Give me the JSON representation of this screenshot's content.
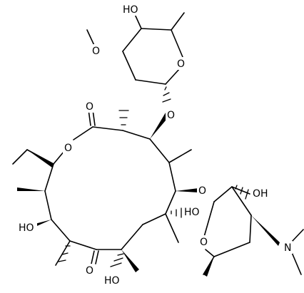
{
  "labels": {
    "hydroxy_top": "HO",
    "methoxy_o": "O",
    "sugar_ring_o": "O",
    "glycosidic_o_top": "O",
    "lactone_carbonyl_o": "O",
    "lactone_ring_o": "O",
    "glycosidic_o_right": "O",
    "sugar_right_oh": "OH",
    "c6_oh": "HO",
    "c3_oh": "HO",
    "ketone_o": "O",
    "c12_oh": "HO",
    "desosamine_ring_o": "O",
    "dimethylamino_n": "N"
  },
  "colors": {
    "line": "#000000",
    "background": "#ffffff"
  }
}
